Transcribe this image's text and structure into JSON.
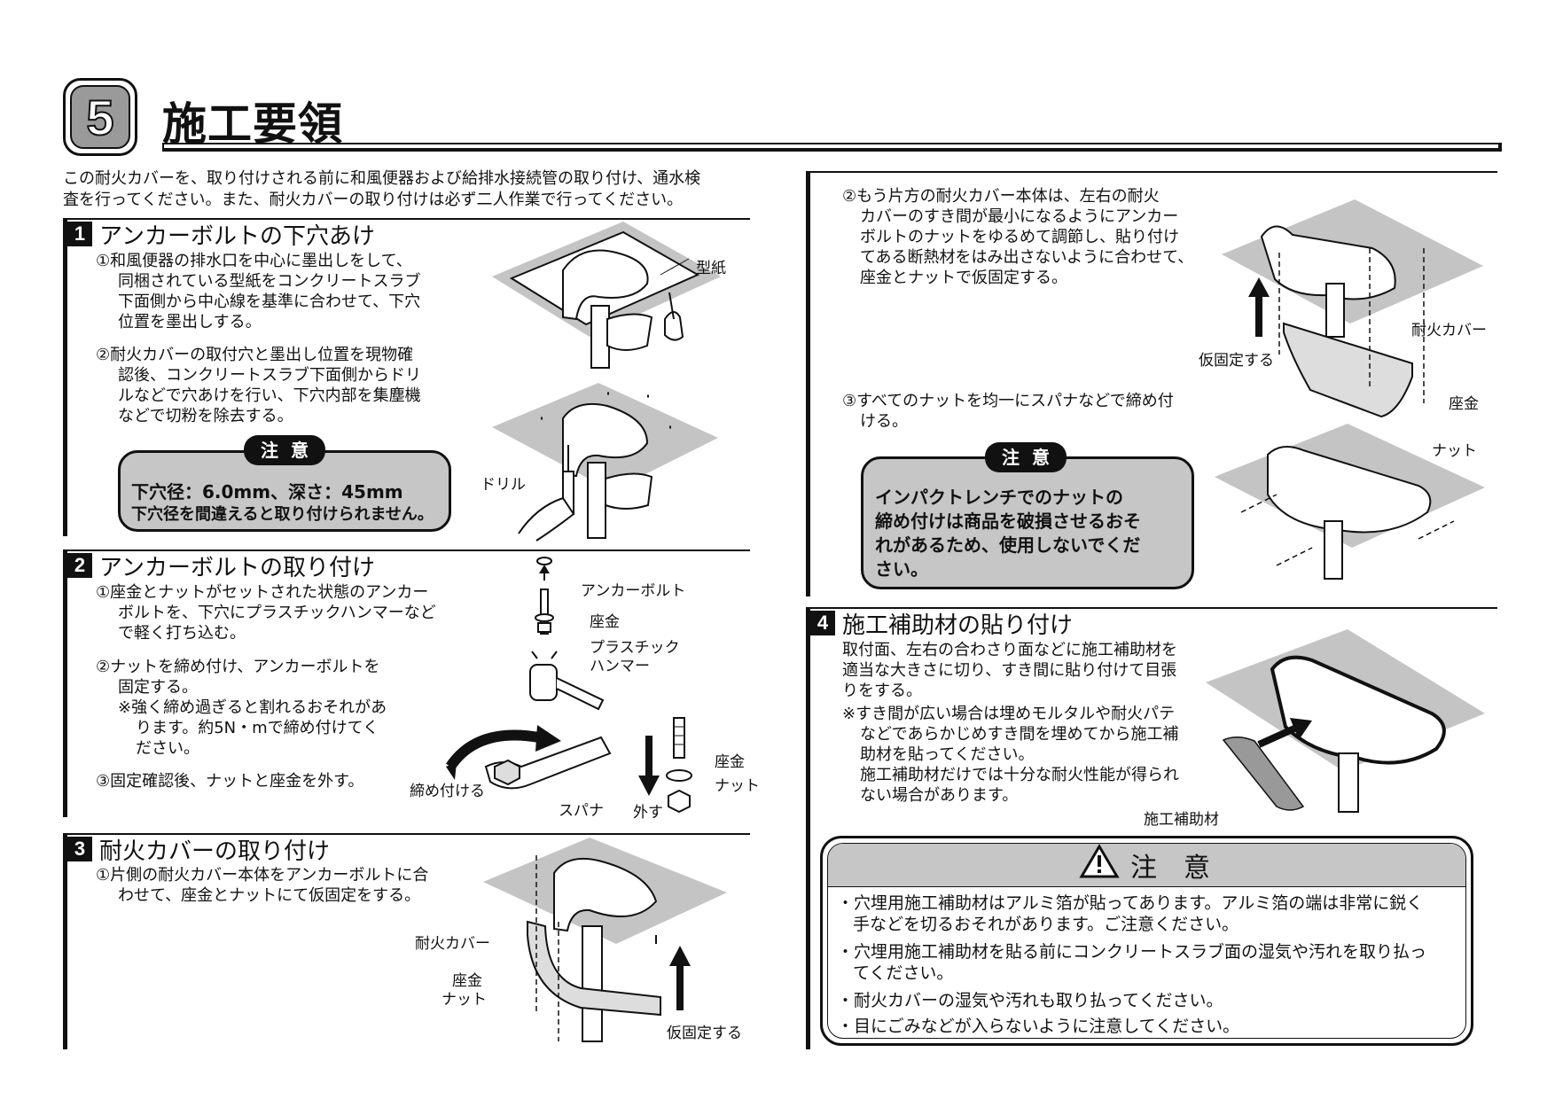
{
  "header": {
    "step_number": "5",
    "title": "施工要領"
  },
  "intro": [
    "この耐火カバーを、取り付けされる前に和風便器および給排水接続管の取り付け、通水検",
    "査を行ってください。また、耐火カバーの取り付けは必ず二人作業で行ってください。"
  ],
  "sec1": {
    "num": "1",
    "title": "アンカーボルトの下穴あけ",
    "step1": [
      "①和風便器の排水口を中心に墨出しをして、",
      "同梱されている型紙をコンクリートスラブ",
      "下面側から中心線を基準に合わせて、下穴",
      "位置を墨出しする。"
    ],
    "step2": [
      "②耐火カバーの取付穴と墨出し位置を現物確",
      "認後、コンクリートスラブ下面側からドリ",
      "ルなどで穴あけを行い、下穴内部を集塵機",
      "などで切粉を除去する。"
    ],
    "caution_label": "注意",
    "caution": [
      "下穴径：6.0mm、深さ：45mm",
      "下穴径を間違えると取り付けられません。"
    ],
    "label_template": "型紙",
    "label_drill": "ドリル"
  },
  "sec2": {
    "num": "2",
    "title": "アンカーボルトの取り付け",
    "step1": [
      "①座金とナットがセットされた状態のアンカー",
      "ボルトを、下穴にプラスチックハンマーなど",
      "で軽く打ち込む。"
    ],
    "step2": [
      "②ナットを締め付け、アンカーボルトを",
      "固定する。"
    ],
    "note": [
      "※強く締め過ぎると割れるおそれがあ",
      "ります。約5N・mで締め付けてく",
      "ださい。"
    ],
    "step3": "③固定確認後、ナットと座金を外す。",
    "label_bolt": "アンカーボルト",
    "label_washer": "座金",
    "label_hammer": [
      "プラスチック",
      "ハンマー"
    ],
    "label_tighten": "締め付ける",
    "label_spanner": "スパナ",
    "label_washer2": "座金",
    "label_nut": "ナット",
    "label_remove": "外す"
  },
  "sec3": {
    "num": "3",
    "title": "耐火カバーの取り付け",
    "step1": [
      "①片側の耐火カバー本体をアンカーボルトに合",
      "わせて、座金とナットにて仮固定をする。"
    ],
    "label_cover": "耐火カバー",
    "label_washer": "座金",
    "label_nut": "ナット",
    "label_temp": "仮固定する",
    "step2": [
      "②もう片方の耐火カバー本体は、左右の耐火",
      "カバーのすき間が最小になるようにアンカー",
      "ボルトのナットをゆるめて調節し、貼り付け",
      "てある断熱材をはみ出さないように合わせて、",
      "座金とナットで仮固定する。"
    ],
    "label_temp2": "仮固定する",
    "label_cover2": "耐火カバー",
    "label_washer2": "座金",
    "label_nut2": "ナット",
    "step3": [
      "③すべてのナットを均一にスパナなどで締め付",
      "ける。"
    ],
    "caution_label": "注意",
    "caution": [
      "インパクトレンチでのナットの",
      "締め付けは商品を破損させるおそ",
      "れがあるため、使用しないでくだ",
      "さい。"
    ]
  },
  "sec4": {
    "num": "4",
    "title": "施工補助材の貼り付け",
    "body": [
      "取付面、左右の合わさり面などに施工補助材を",
      "適当な大きさに切り、すき間に貼り付けて目張",
      "りをする。"
    ],
    "note": [
      "※すき間が広い場合は埋めモルタルや耐火パテ",
      "などであらかじめすき間を埋めてから施工補",
      "助材を貼ってください。",
      "施工補助材だけでは十分な耐火性能が得られ",
      "ない場合があります。"
    ],
    "label_aux": "施工補助材"
  },
  "warning": {
    "title": "注　意",
    "items": [
      [
        "・穴埋用施工補助材はアルミ箔が貼ってあります。アルミ箔の端は非常に鋭く",
        "手などを切るおそれがあります。ご注意ください。"
      ],
      [
        "・穴埋用施工補助材を貼る前にコンクリートスラブ面の湿気や汚れを取り払っ",
        "てください。"
      ],
      [
        "・耐火カバーの湿気や汚れも取り払ってください。"
      ],
      [
        "・目にごみなどが入らないように注意してください。"
      ]
    ]
  }
}
